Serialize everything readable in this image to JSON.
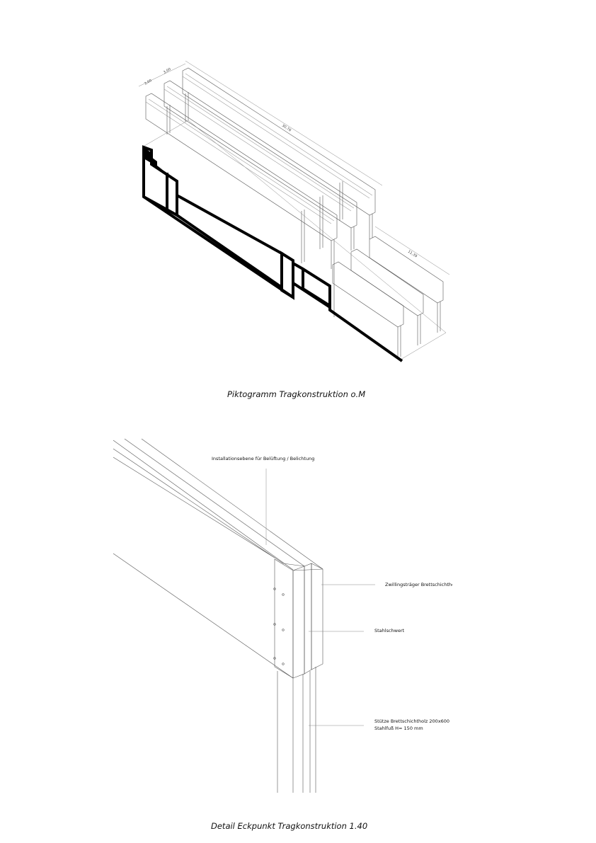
{
  "top_figure": {
    "caption": "Piktogramm Tragkonstruktion o.M",
    "dimensions": {
      "bay_a": "3,00",
      "bay_b": "3,00",
      "length": "30,76",
      "depth": "11,39"
    }
  },
  "bottom_figure": {
    "caption": "Detail Eckpunkt Tragkonstruktion 1.40",
    "labels": {
      "installation": "Installationsebene für Belüftung / Belichtung",
      "twin_beam": "Zwillingsträger Brettschichtholz",
      "steel_blade": "Stahlschwert",
      "column_line1": "Stütze Brettschichtholz  200x600",
      "column_line2": "Stahlfuß H= 150 mm"
    }
  }
}
